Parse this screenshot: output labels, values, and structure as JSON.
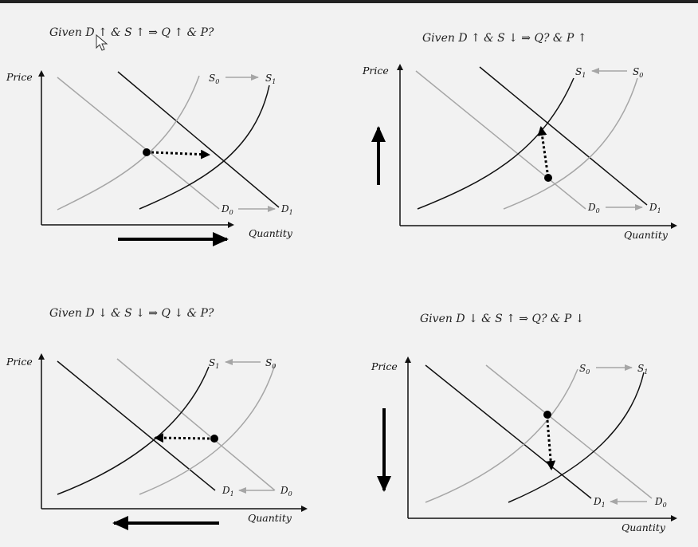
{
  "panels": [
    {
      "title": "Given D ↑ & S ↑   ⇒   Q ↑ & P?",
      "y_label": "Price",
      "x_label": "Quantity",
      "supply_labels": {
        "from": "S",
        "from_sub": "0",
        "to": "S",
        "to_sub": "1"
      },
      "demand_labels": {
        "from": "D",
        "from_sub": "0",
        "to": "D",
        "to_sub": "1"
      },
      "quantity_change": "increase",
      "price_change": "ambiguous"
    },
    {
      "title": "Given D ↑ & S ↓   ⇒   Q? & P ↑",
      "y_label": "Price",
      "x_label": "Quantity",
      "supply_labels": {
        "from": "S",
        "from_sub": "0",
        "to": "S",
        "to_sub": "1"
      },
      "demand_labels": {
        "from": "D",
        "from_sub": "0",
        "to": "D",
        "to_sub": "1"
      },
      "quantity_change": "ambiguous",
      "price_change": "increase"
    },
    {
      "title": "Given D ↓ & S ↓   ⇒   Q ↓ & P?",
      "y_label": "Price",
      "x_label": "Quantity",
      "supply_labels": {
        "from": "S",
        "from_sub": "0",
        "to": "S",
        "to_sub": "1"
      },
      "demand_labels": {
        "from": "D",
        "from_sub": "0",
        "to": "D",
        "to_sub": "1"
      },
      "quantity_change": "decrease",
      "price_change": "ambiguous"
    },
    {
      "title": "Given D ↓ & S ↑   ⇒   Q? & P ↓",
      "y_label": "Price",
      "x_label": "Quantity",
      "supply_labels": {
        "from": "S",
        "from_sub": "0",
        "to": "S",
        "to_sub": "1"
      },
      "demand_labels": {
        "from": "D",
        "from_sub": "0",
        "to": "D",
        "to_sub": "1"
      },
      "quantity_change": "ambiguous",
      "price_change": "decrease"
    }
  ],
  "colors": {
    "new_curve": "#111111",
    "old_curve": "#a6a6a6",
    "arrow": "#000000",
    "background": "#f2f2f2"
  },
  "icons": {
    "cursor": "mouse-pointer-icon"
  }
}
